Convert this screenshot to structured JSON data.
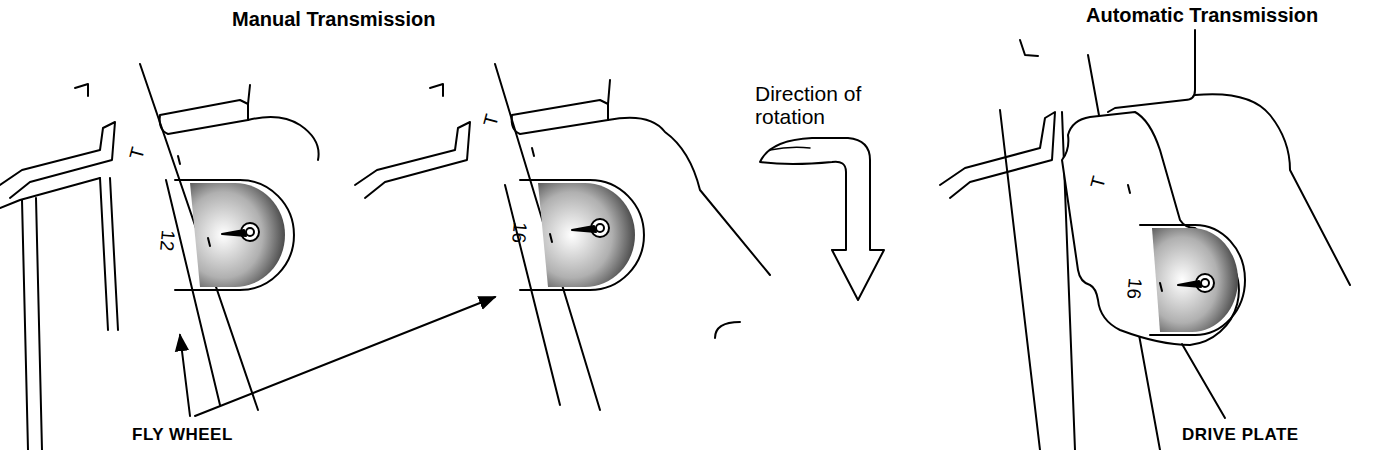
{
  "diagram": {
    "labels": [
      "Manual Transmission",
      "Automatic Transmission",
      "T",
      "12",
      "T",
      "16",
      "Direction of rotation",
      "T",
      "16",
      "FLY WHEEL",
      "DRIVE PLATE"
    ]
  }
}
